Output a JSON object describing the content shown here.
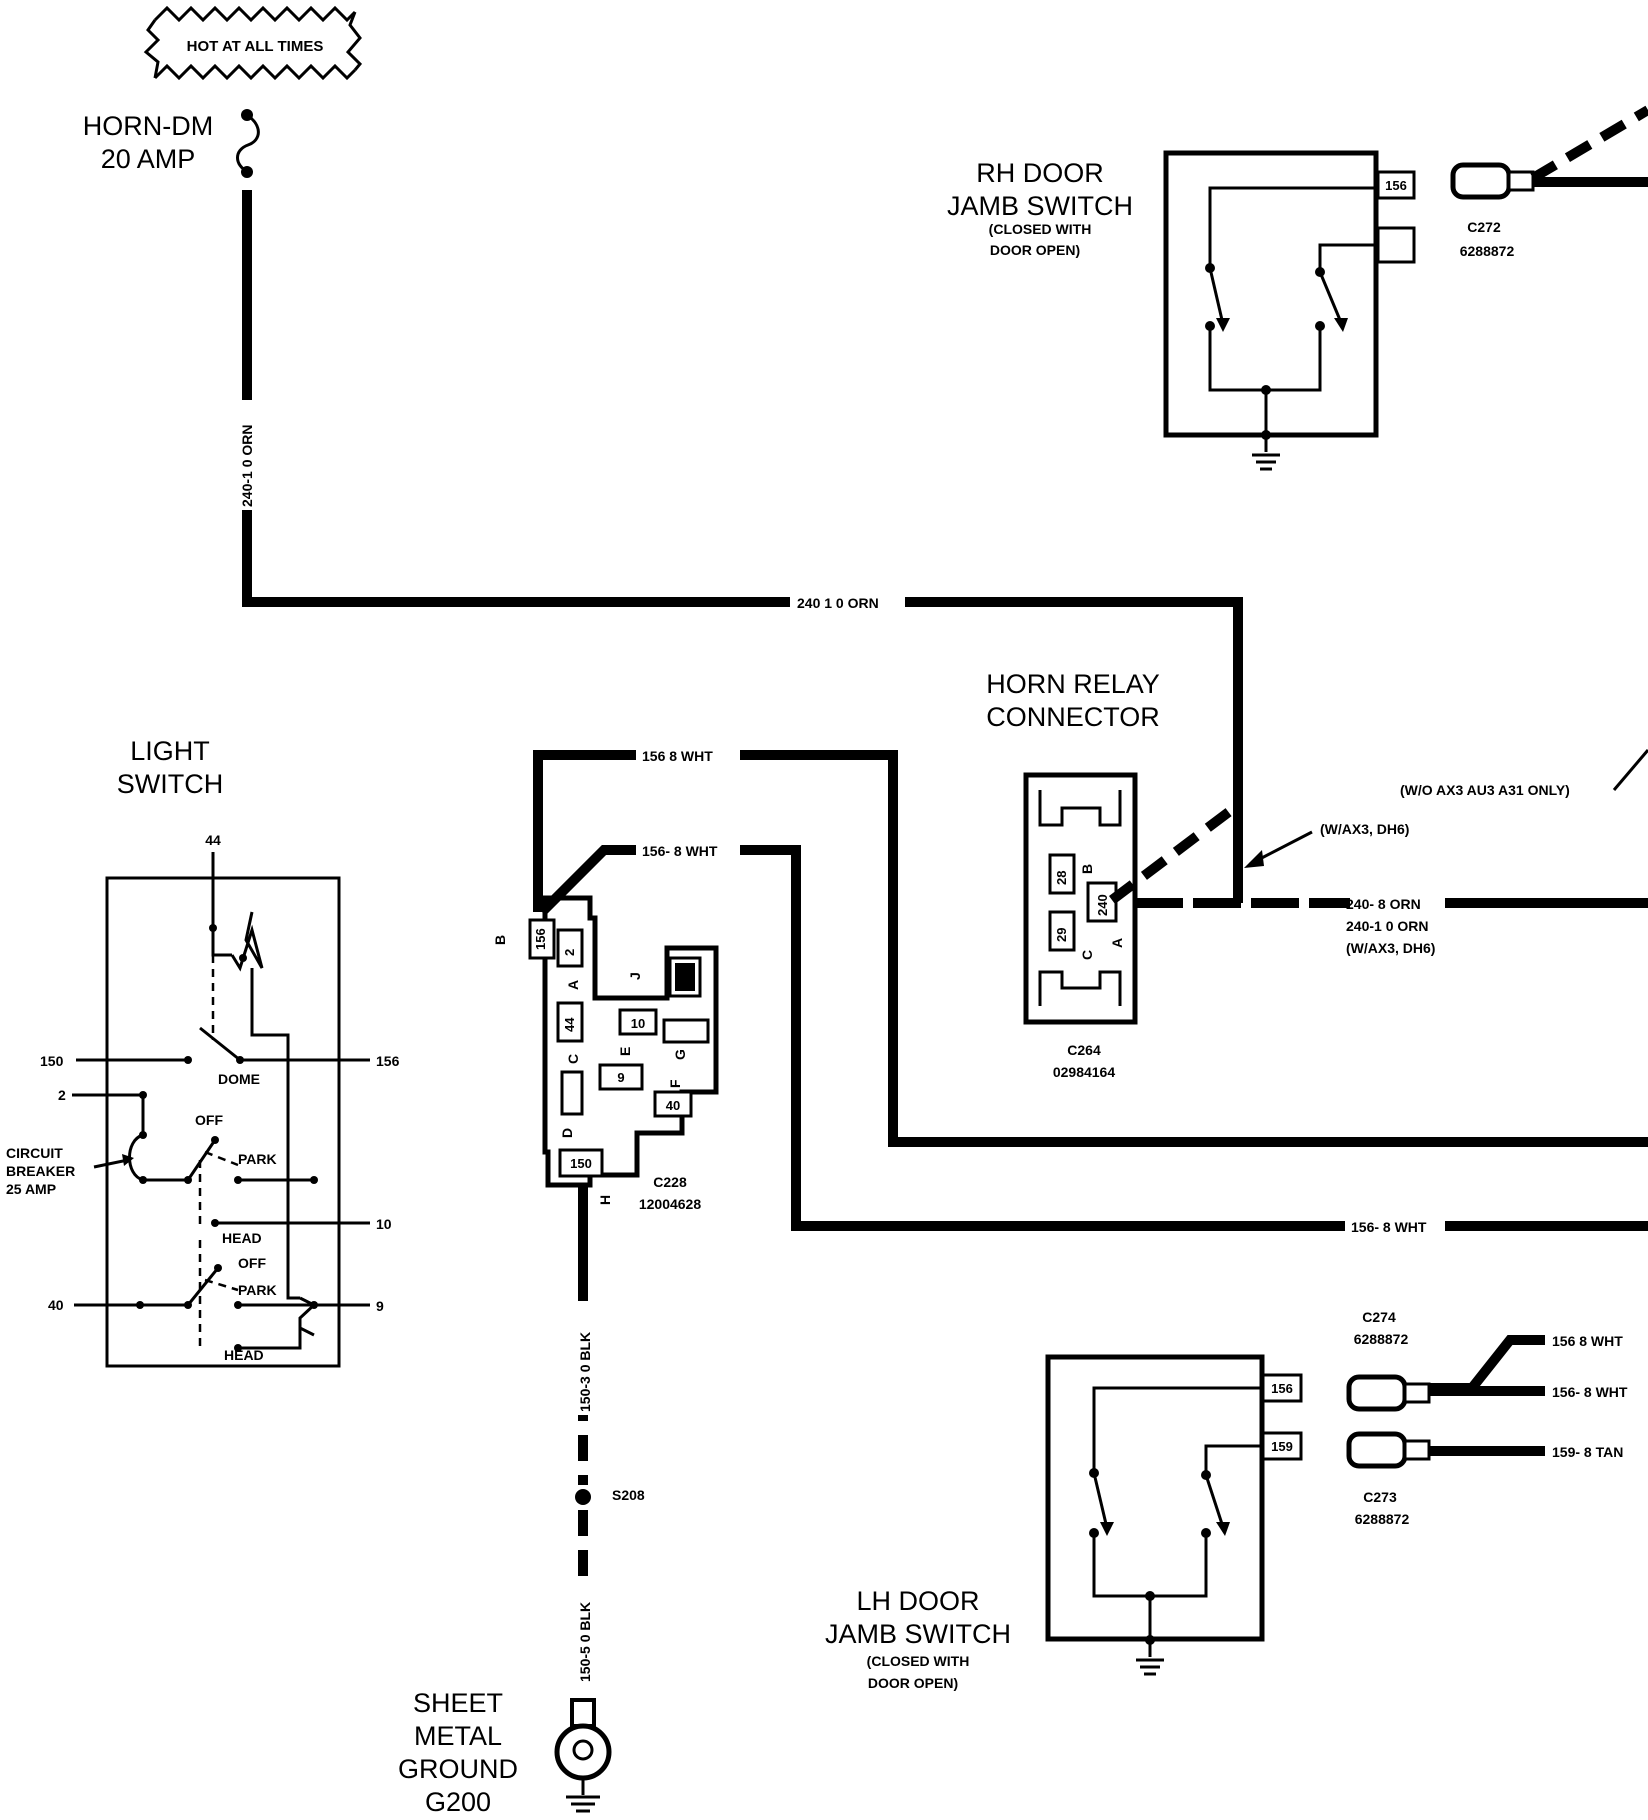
{
  "hot_label": "HOT AT ALL TIMES",
  "fuse": {
    "name": "HORN-DM",
    "rating": "20 AMP"
  },
  "wires": {
    "w240_vert": "240-1 0 ORN",
    "w240_horiz": "240 1 0 ORN",
    "w156_top": "156  8 WHT",
    "w156_mid": "156- 8 WHT",
    "w156_bottom": "156- 8 WHT",
    "w150_upper": "150-3 0 BLK",
    "w150_lower": "150-5 0 BLK",
    "w240_right_1": "240- 8 ORN",
    "w240_right_2": "240-1 0 ORN",
    "w240_right_3": "(W/AX3, DH6)",
    "w156_lh_1": "156  8 WHT",
    "w156_lh_2": "156- 8 WHT",
    "w159_lh": "159- 8 TAN"
  },
  "notes": {
    "wo_option": "(W/O AX3  AU3  A31 ONLY)",
    "w_option": "(W/AX3, DH6)"
  },
  "splice": "S208",
  "ground": {
    "line1": "SHEET",
    "line2": "METAL",
    "line3": "GROUND",
    "line4": "G200"
  },
  "rh_switch": {
    "title1": "RH DOOR",
    "title2": "JAMB SWITCH",
    "sub1": "(CLOSED WITH",
    "sub2": "DOOR OPEN)",
    "pin": "156",
    "conn_id": "C272",
    "conn_part": "6288872"
  },
  "lh_switch": {
    "title1": "LH DOOR",
    "title2": "JAMB SWITCH",
    "sub1": "(CLOSED WITH",
    "sub2": "DOOR OPEN)",
    "pin_a": "156",
    "pin_b": "159",
    "conn_top_id": "C274",
    "conn_top_part": "6288872",
    "conn_bot_id": "C273",
    "conn_bot_part": "6288872"
  },
  "horn_relay": {
    "title1": "HORN RELAY",
    "title2": "CONNECTOR",
    "conn_id": "C264",
    "conn_part": "02984164",
    "cavity_b": "28",
    "cavity_c": "29",
    "cavity_a": "240",
    "letter_b": "B",
    "letter_c": "C",
    "letter_a": "A"
  },
  "light_switch": {
    "title1": "LIGHT",
    "title2": "SWITCH",
    "cb1": "CIRCUIT",
    "cb2": "BREAKER",
    "cb3": "25 AMP",
    "t44": "44",
    "t150": "150",
    "t156": "156",
    "t2": "2",
    "t10": "10",
    "t40": "40",
    "t9": "9",
    "dome": "DOME",
    "off1": "OFF",
    "park1": "PARK",
    "head1": "HEAD",
    "off2": "OFF",
    "park2": "PARK",
    "head2": "HEAD"
  },
  "c228": {
    "conn_id": "C228",
    "conn_part": "12004628",
    "p156": "156",
    "p2": "2",
    "p44": "44",
    "p10": "10",
    "p9": "9",
    "p40": "40",
    "p150": "150",
    "lB": "B",
    "lA": "A",
    "lJ": "J",
    "lC": "C",
    "lE": "E",
    "lG": "G",
    "lF": "F",
    "lD": "D",
    "lH": "H"
  }
}
